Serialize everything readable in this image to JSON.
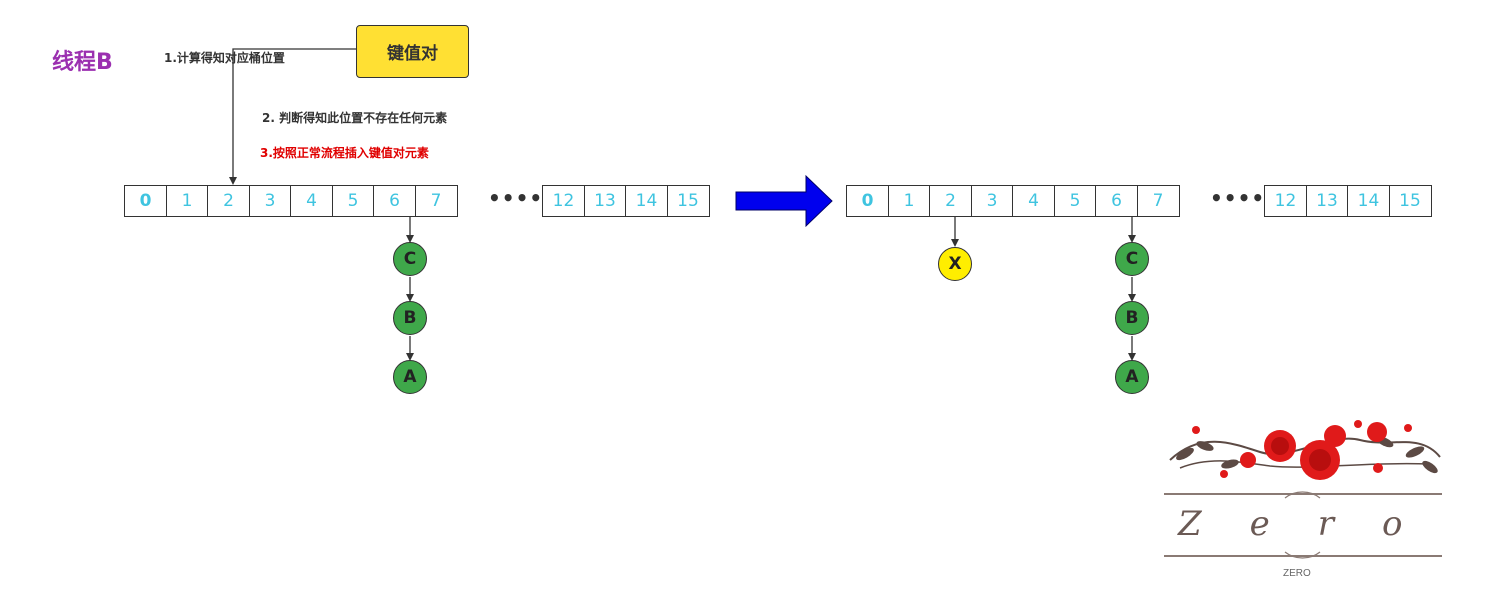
{
  "title": "线程B",
  "key_value_label": "键值对",
  "steps": {
    "step1": "1.计算得知对应桶位置",
    "step2": "2. 判断得知此位置不存在任何元素",
    "step3": "3.按照正常流程插入键值对元素"
  },
  "buckets_head": [
    "0",
    "1",
    "2",
    "3",
    "4",
    "5",
    "6",
    "7"
  ],
  "buckets_tail": [
    "12",
    "13",
    "14",
    "15"
  ],
  "ellipsis": "•••••",
  "chain_left": [
    "C",
    "B",
    "A"
  ],
  "chain_right": [
    "C",
    "B",
    "A"
  ],
  "inserted_node": "X",
  "logo": {
    "main": "Zero",
    "sub": "ZERO"
  },
  "colors": {
    "title": "#9b30b0",
    "key_value_box": "#ffe033",
    "bucket_index": "#3fc4e0",
    "existing_node": "#3fa84a",
    "inserted_node": "#ffee00",
    "arrow": "#0000ee",
    "step3_text": "#e00000"
  }
}
